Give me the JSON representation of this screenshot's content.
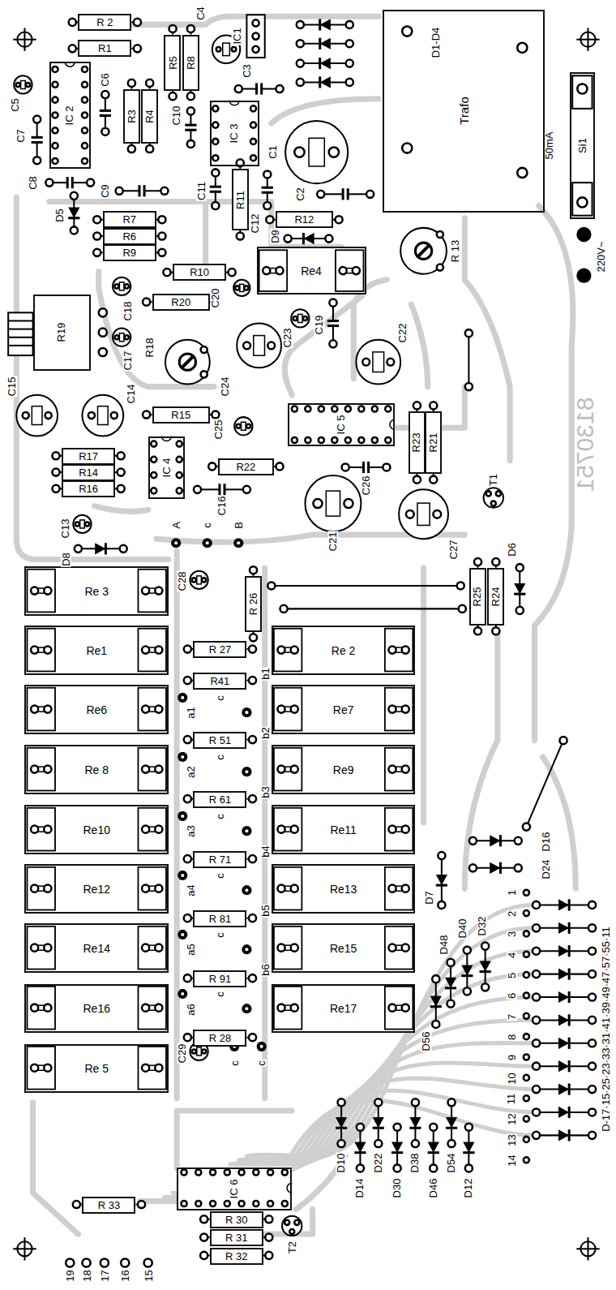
{
  "diagram": {
    "nodes": [
      {
        "text": [
          "Trafo"
        ]
      },
      {
        "text": [
          "Si1",
          "50mA"
        ]
      },
      {
        "text": [
          "R 2"
        ]
      },
      {
        "text": [
          "R1"
        ]
      },
      {
        "text": [
          "IC 2"
        ]
      },
      {
        "text": [
          "R5"
        ]
      },
      {
        "text": [
          "R8"
        ]
      },
      {
        "text": [
          "R3"
        ]
      },
      {
        "text": [
          "R4"
        ]
      },
      {
        "text": [
          "IC 3"
        ]
      },
      {
        "text": [
          "R7"
        ]
      },
      {
        "text": [
          "R6"
        ]
      },
      {
        "text": [
          "R9"
        ]
      },
      {
        "text": [
          "R10"
        ]
      },
      {
        "text": [
          "R11"
        ]
      },
      {
        "text": [
          "R12"
        ]
      },
      {
        "text": [
          "Re4"
        ]
      },
      {
        "text": [
          "R19"
        ]
      },
      {
        "text": [
          "R20"
        ]
      },
      {
        "text": [
          "R15"
        ]
      },
      {
        "text": [
          "R17"
        ]
      },
      {
        "text": [
          "R14"
        ]
      },
      {
        "text": [
          "R16"
        ]
      },
      {
        "text": [
          "IC 4"
        ]
      },
      {
        "text": [
          "R22"
        ]
      },
      {
        "text": [
          "IC 5"
        ]
      },
      {
        "text": [
          "R23"
        ]
      },
      {
        "text": [
          "R21"
        ]
      },
      {
        "text": [
          "R25"
        ]
      },
      {
        "text": [
          "R24"
        ]
      },
      {
        "text": [
          "Re 3"
        ]
      },
      {
        "text": [
          "R 26"
        ]
      },
      {
        "text": [
          "Re1"
        ]
      },
      {
        "text": [
          "R 27"
        ]
      },
      {
        "text": [
          "Re 2"
        ]
      },
      {
        "text": [
          "Re6"
        ]
      },
      {
        "text": [
          "R41"
        ]
      },
      {
        "text": [
          "Re7"
        ]
      },
      {
        "text": [
          "Re 8"
        ]
      },
      {
        "text": [
          "R 51"
        ]
      },
      {
        "text": [
          "Re9"
        ]
      },
      {
        "text": [
          "Re10"
        ]
      },
      {
        "text": [
          "R 61"
        ]
      },
      {
        "text": [
          "Re11"
        ]
      },
      {
        "text": [
          "Re12"
        ]
      },
      {
        "text": [
          "R 71"
        ]
      },
      {
        "text": [
          "Re13"
        ]
      },
      {
        "text": [
          "Re14"
        ]
      },
      {
        "text": [
          "R 81"
        ]
      },
      {
        "text": [
          "Re15"
        ]
      },
      {
        "text": [
          "Re16"
        ]
      },
      {
        "text": [
          "R 91"
        ]
      },
      {
        "text": [
          "Re17"
        ]
      },
      {
        "text": [
          "Re 5"
        ]
      },
      {
        "text": [
          "R 28"
        ]
      },
      {
        "text": [
          "IC 6"
        ]
      },
      {
        "text": [
          "R 33"
        ]
      },
      {
        "text": [
          "R 30"
        ]
      },
      {
        "text": [
          "R 31"
        ]
      },
      {
        "text": [
          "R 32"
        ]
      }
    ],
    "labels": [
      "D1-D4",
      "IC1",
      "C4",
      "C3",
      "C5",
      "C6",
      "C7",
      "C8",
      "C10",
      "C9",
      "C1",
      "C2",
      "C11",
      "C12",
      "D5",
      "D9",
      "R 13",
      "220V~",
      "C18",
      "C20",
      "R18",
      "C17",
      "C23",
      "C19",
      "C22",
      "C14",
      "C24",
      "C15",
      "C25",
      "8130751",
      "T1",
      "C26",
      "C21",
      "C27",
      "C16",
      "C13",
      "D8",
      "A",
      "c",
      "B",
      "D6",
      "C28",
      "b1",
      "c",
      "a1",
      "b2",
      "c",
      "a2",
      "b3",
      "c",
      "a3",
      "b4",
      "c",
      "a4",
      "b5",
      "c",
      "a5",
      "b6",
      "c",
      "a6",
      "C29",
      "c",
      "c",
      "D16",
      "D24",
      "D7",
      "1",
      "2",
      "3",
      "4",
      "5",
      "6",
      "7",
      "8",
      "9",
      "10",
      "11",
      "12",
      "13",
      "14",
      "D40",
      "D32",
      "D48",
      "D56",
      "D-17·15·25·23·33·31·41·39·49·47·57·55·11",
      "D10",
      "D14",
      "D22",
      "D30",
      "D38",
      "D46",
      "D54",
      "D12",
      "T2",
      "19",
      "18",
      "17",
      "16",
      "15"
    ]
  }
}
